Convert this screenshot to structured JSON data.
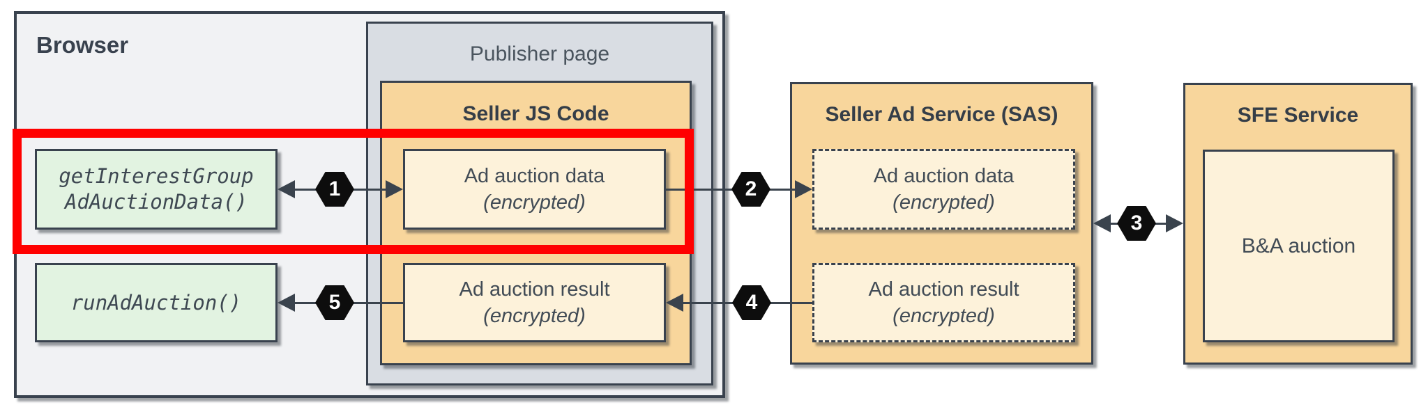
{
  "diagram": {
    "browser": {
      "title": "Browser"
    },
    "publisher": {
      "title": "Publisher page"
    },
    "seller_js": {
      "title": "Seller JS Code",
      "data_box": {
        "line1": "Ad auction data",
        "line2": "(encrypted)"
      },
      "result_box": {
        "line1": "Ad auction result",
        "line2": "(encrypted)"
      }
    },
    "api_calls": {
      "get_interest_group": {
        "line1": "getInterestGroup",
        "line2": "AdAuctionData()"
      },
      "run_ad_auction": {
        "line1": "runAdAuction()"
      }
    },
    "sas": {
      "title": "Seller Ad Service (SAS)",
      "data_box": {
        "line1": "Ad auction data",
        "line2": "(encrypted)"
      },
      "result_box": {
        "line1": "Ad auction result",
        "line2": "(encrypted)"
      }
    },
    "sfe": {
      "title": "SFE Service",
      "auction_box_label": "B&A auction"
    },
    "steps": {
      "s1": "1",
      "s2": "2",
      "s3": "3",
      "s4": "4",
      "s5": "5"
    },
    "colors": {
      "container_orange": "#f8d69c",
      "inner_cream": "#fdf2da",
      "api_green": "#e2f3e1",
      "browser_gray": "#f1f2f4",
      "publisher_gray": "#d9dde3",
      "border_dark": "#39424e",
      "highlight_red": "#ff0000",
      "badge_black": "#0d0d0d"
    }
  }
}
